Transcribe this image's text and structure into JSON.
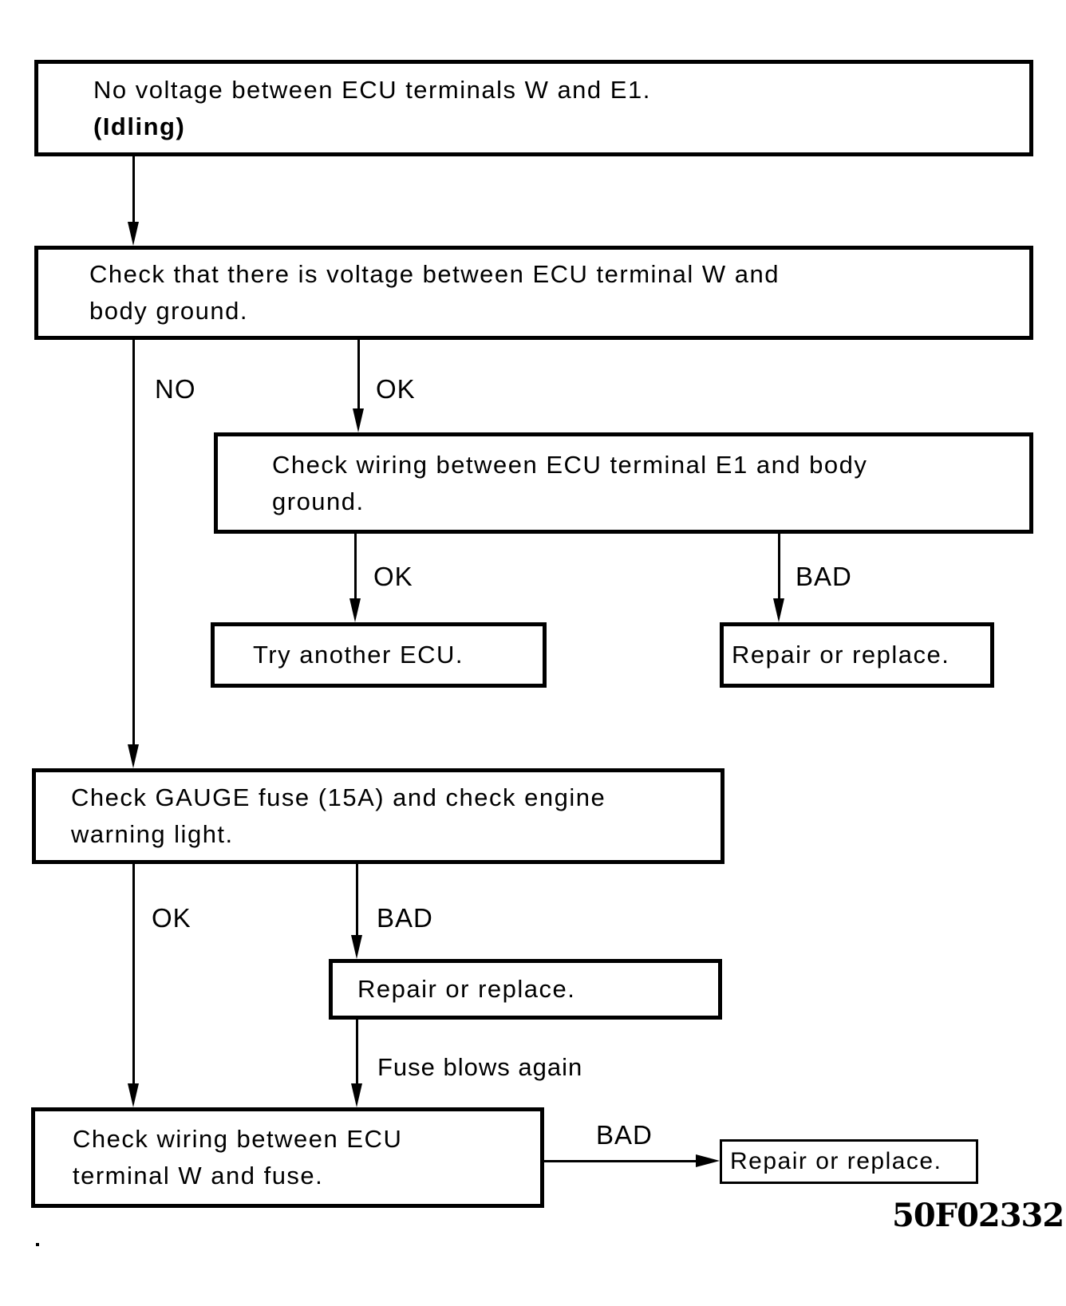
{
  "figure_code": "50F02332",
  "colors": {
    "ink": "#000000",
    "paper": "#ffffff"
  },
  "nodes": {
    "start": {
      "line1": "No voltage between ECU terminals W and E1.",
      "line2": "(Idling)"
    },
    "check_voltage": {
      "line1": "Check that there is voltage between ECU terminal W and",
      "line2": "body ground."
    },
    "check_wiring_e1": {
      "line1": "Check wiring between ECU terminal E1 and body",
      "line2": "ground."
    },
    "try_another_ecu": {
      "text": "Try another ECU."
    },
    "repair_replace_1": {
      "text": "Repair or replace."
    },
    "check_gauge_fuse": {
      "line1": "Check GAUGE fuse (15A) and check engine",
      "line2": "warning light."
    },
    "repair_replace_2": {
      "text": "Repair or replace."
    },
    "check_wiring_w": {
      "line1": "Check wiring between ECU",
      "line2": "terminal W and fuse."
    },
    "repair_replace_3": {
      "text": "Repair or replace."
    }
  },
  "edge_labels": {
    "no_1": "NO",
    "ok_1": "OK",
    "ok_2": "OK",
    "bad_1": "BAD",
    "ok_3": "OK",
    "bad_2": "BAD",
    "fuse_blows_again": "Fuse blows again",
    "bad_3": "BAD"
  }
}
